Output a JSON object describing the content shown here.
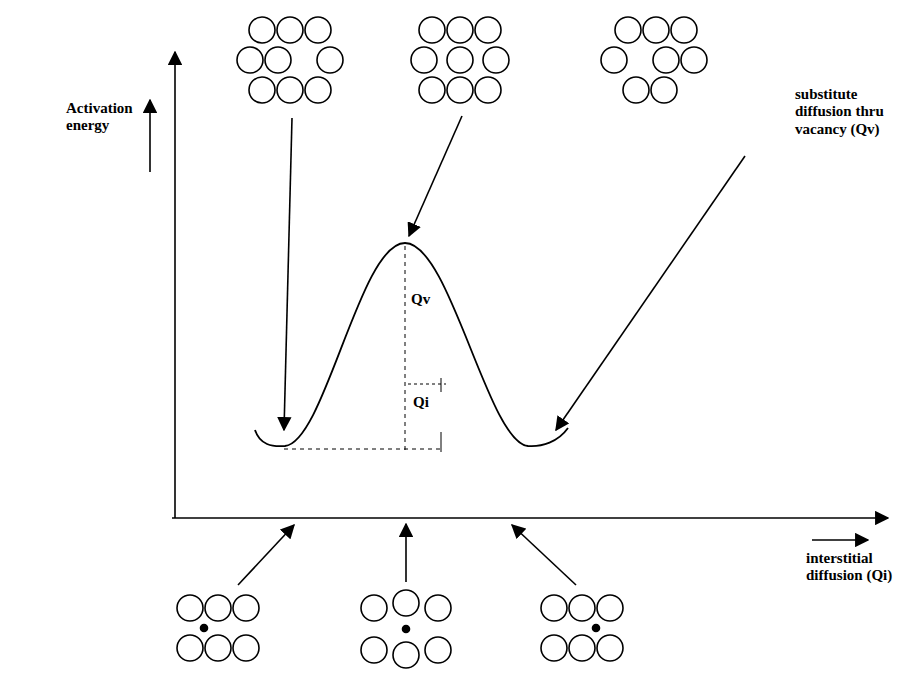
{
  "diagram": {
    "labels": [
      "Activation energy",
      "substitute diffusion thru vacancy (Qv)",
      "Qv",
      "Qi",
      "interstitial diffusion (Qi)"
    ]
  }
}
